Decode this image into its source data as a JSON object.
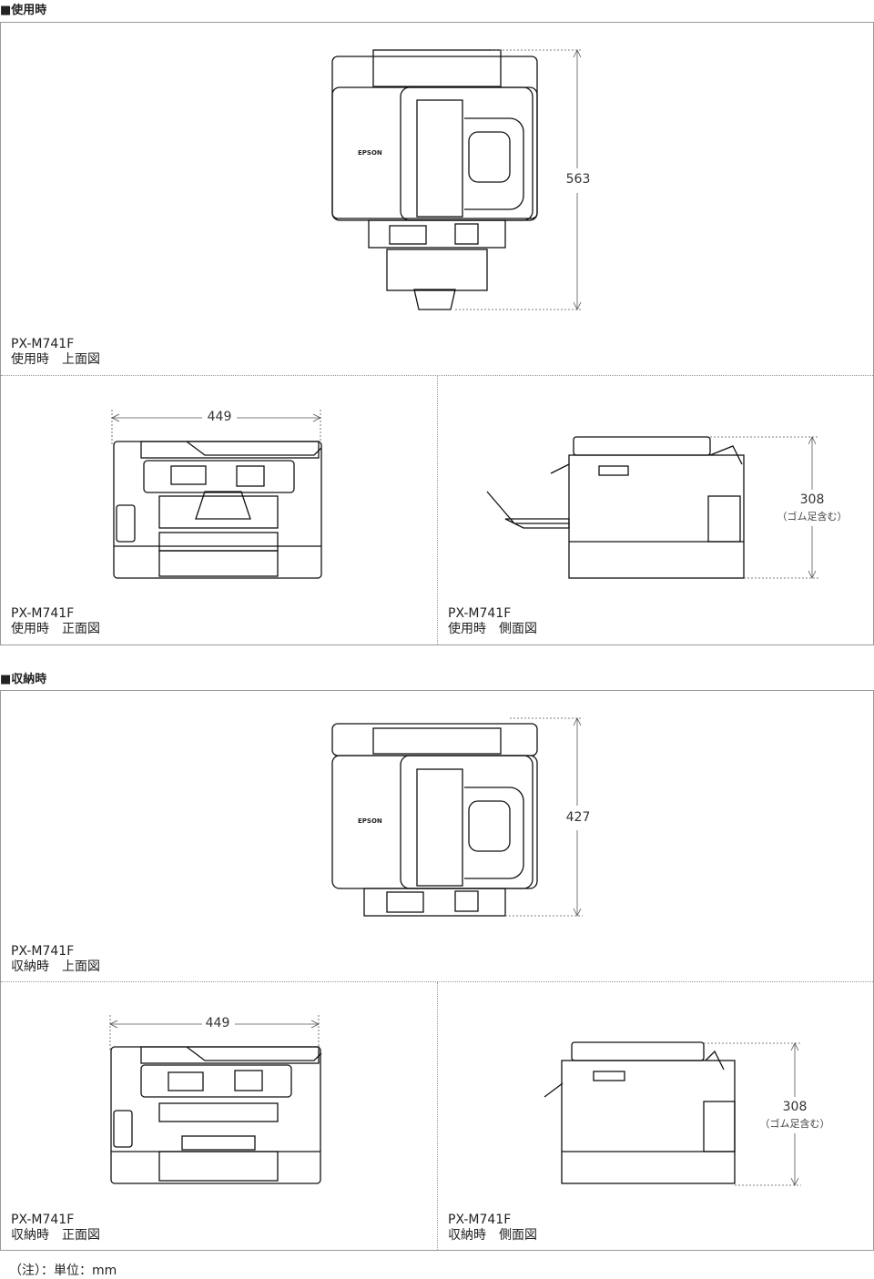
{
  "sections": [
    {
      "title": "■使用時",
      "views": [
        {
          "model": "PX-M741F",
          "label": "使用時　上面図",
          "dimension": "563"
        },
        {
          "model": "PX-M741F",
          "label": "使用時　正面図",
          "dimension": "449"
        },
        {
          "model": "PX-M741F",
          "label": "使用時　側面図",
          "dimension": "308",
          "dimension_note": "（ゴム足含む）"
        }
      ]
    },
    {
      "title": "■収納時",
      "views": [
        {
          "model": "PX-M741F",
          "label": "収納時　上面図",
          "dimension": "427"
        },
        {
          "model": "PX-M741F",
          "label": "収納時　正面図",
          "dimension": "449"
        },
        {
          "model": "PX-M741F",
          "label": "収納時　側面図",
          "dimension": "308",
          "dimension_note": "（ゴム足含む）"
        }
      ]
    }
  ],
  "brand_logo": "EPSON",
  "footnote": "（注）：単位：mm"
}
